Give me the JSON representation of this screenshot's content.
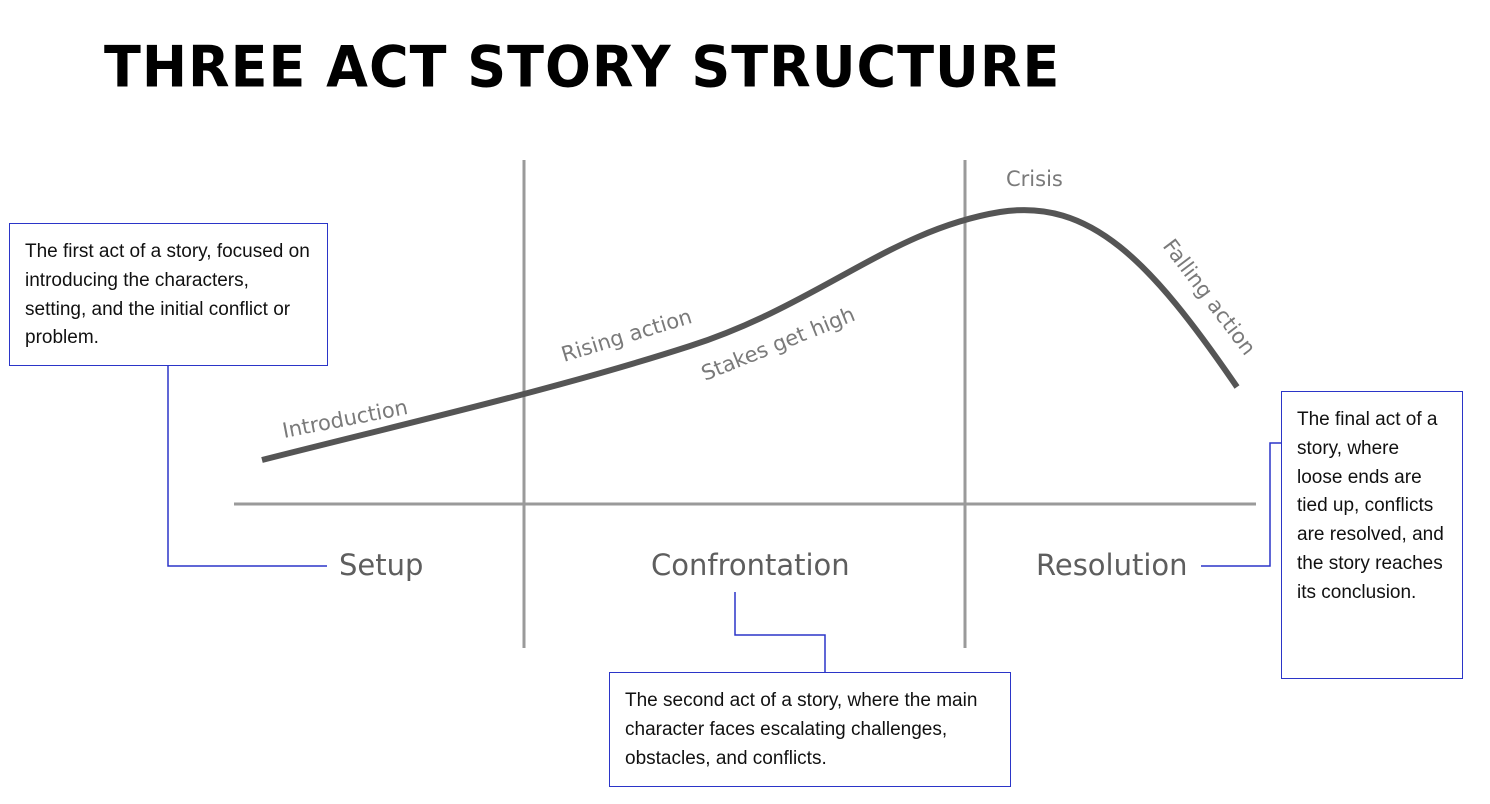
{
  "title": "THREE ACT STORY STRUCTURE",
  "acts": {
    "setup": "Setup",
    "confrontation": "Confrontation",
    "resolution": "Resolution"
  },
  "curve_labels": {
    "introduction": "Introduction",
    "rising_action": "Rising action",
    "stakes": "Stakes get high",
    "crisis": "Crisis",
    "falling_action": "Falling action"
  },
  "notes": {
    "setup": "The first act of a story, focused on introducing the characters, setting, and the initial conflict or problem.",
    "confrontation": "The second act of a story, where the main character faces escalating challenges, obstacles, and conflicts.",
    "resolution": "The final act of a story, where loose ends are tied up, conflicts are resolved, and the story reaches its conclusion."
  },
  "colors": {
    "curve": "#555555",
    "axis": "#9a9a9a",
    "connector": "#2b35c8"
  }
}
